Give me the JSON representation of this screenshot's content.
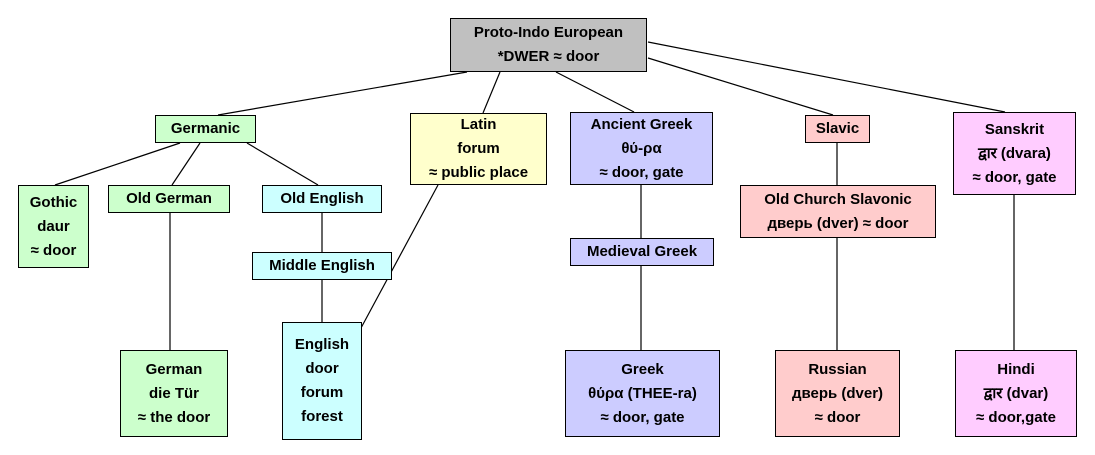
{
  "nodes": {
    "pie": {
      "lines": [
        "Proto-Indo European",
        "*DWER ≈ door"
      ],
      "color": "#c0c0c0"
    },
    "germanic": {
      "lines": [
        "Germanic"
      ],
      "color": "#ccffcc"
    },
    "latin": {
      "lines": [
        "Latin",
        "forum",
        "≈ public place"
      ],
      "color": "#ffffcc"
    },
    "ancient_greek": {
      "lines": [
        "Ancient Greek",
        "θύ-ρα",
        "≈ door, gate"
      ],
      "color": "#ccccff"
    },
    "slavic": {
      "lines": [
        "Slavic"
      ],
      "color": "#ffcccc"
    },
    "sanskrit": {
      "lines": [
        "Sanskrit",
        "द्वार (dvara)",
        "≈ door, gate"
      ],
      "color": "#ffccff"
    },
    "gothic": {
      "lines": [
        "Gothic",
        "daur",
        "≈ door"
      ],
      "color": "#ccffcc"
    },
    "old_german": {
      "lines": [
        "Old German"
      ],
      "color": "#ccffcc"
    },
    "old_english": {
      "lines": [
        "Old English"
      ],
      "color": "#ccffff"
    },
    "old_church_slavonic": {
      "lines": [
        "Old Church Slavonic",
        "дверь (dver) ≈ door"
      ],
      "color": "#ffcccc"
    },
    "medieval_greek": {
      "lines": [
        "Medieval Greek"
      ],
      "color": "#ccccff"
    },
    "middle_english": {
      "lines": [
        "Middle English"
      ],
      "color": "#ccffff"
    },
    "german": {
      "lines": [
        "German",
        "die Tür",
        "≈ the door"
      ],
      "color": "#ccffcc"
    },
    "english": {
      "lines": [
        "English",
        "door",
        "forum",
        "forest"
      ],
      "color": "#ccffff"
    },
    "greek": {
      "lines": [
        "Greek",
        "θύρα (THEE-ra)",
        "≈ door, gate"
      ],
      "color": "#ccccff"
    },
    "russian": {
      "lines": [
        "Russian",
        "дверь (dver)",
        "≈ door"
      ],
      "color": "#ffcccc"
    },
    "hindi": {
      "lines": [
        "Hindi",
        "द्वार (dvar)",
        "≈ door,gate"
      ],
      "color": "#ffccff"
    }
  },
  "edges": [
    {
      "from": "pie",
      "to": "germanic"
    },
    {
      "from": "pie",
      "to": "latin"
    },
    {
      "from": "pie",
      "to": "ancient_greek"
    },
    {
      "from": "pie",
      "to": "slavic"
    },
    {
      "from": "pie",
      "to": "sanskrit"
    },
    {
      "from": "germanic",
      "to": "gothic"
    },
    {
      "from": "germanic",
      "to": "old_german"
    },
    {
      "from": "germanic",
      "to": "old_english"
    },
    {
      "from": "old_english",
      "to": "middle_english"
    },
    {
      "from": "middle_english",
      "to": "english"
    },
    {
      "from": "latin",
      "to": "english"
    },
    {
      "from": "old_german",
      "to": "german"
    },
    {
      "from": "ancient_greek",
      "to": "medieval_greek"
    },
    {
      "from": "medieval_greek",
      "to": "greek"
    },
    {
      "from": "slavic",
      "to": "old_church_slavonic"
    },
    {
      "from": "old_church_slavonic",
      "to": "russian"
    },
    {
      "from": "sanskrit",
      "to": "hindi"
    }
  ]
}
